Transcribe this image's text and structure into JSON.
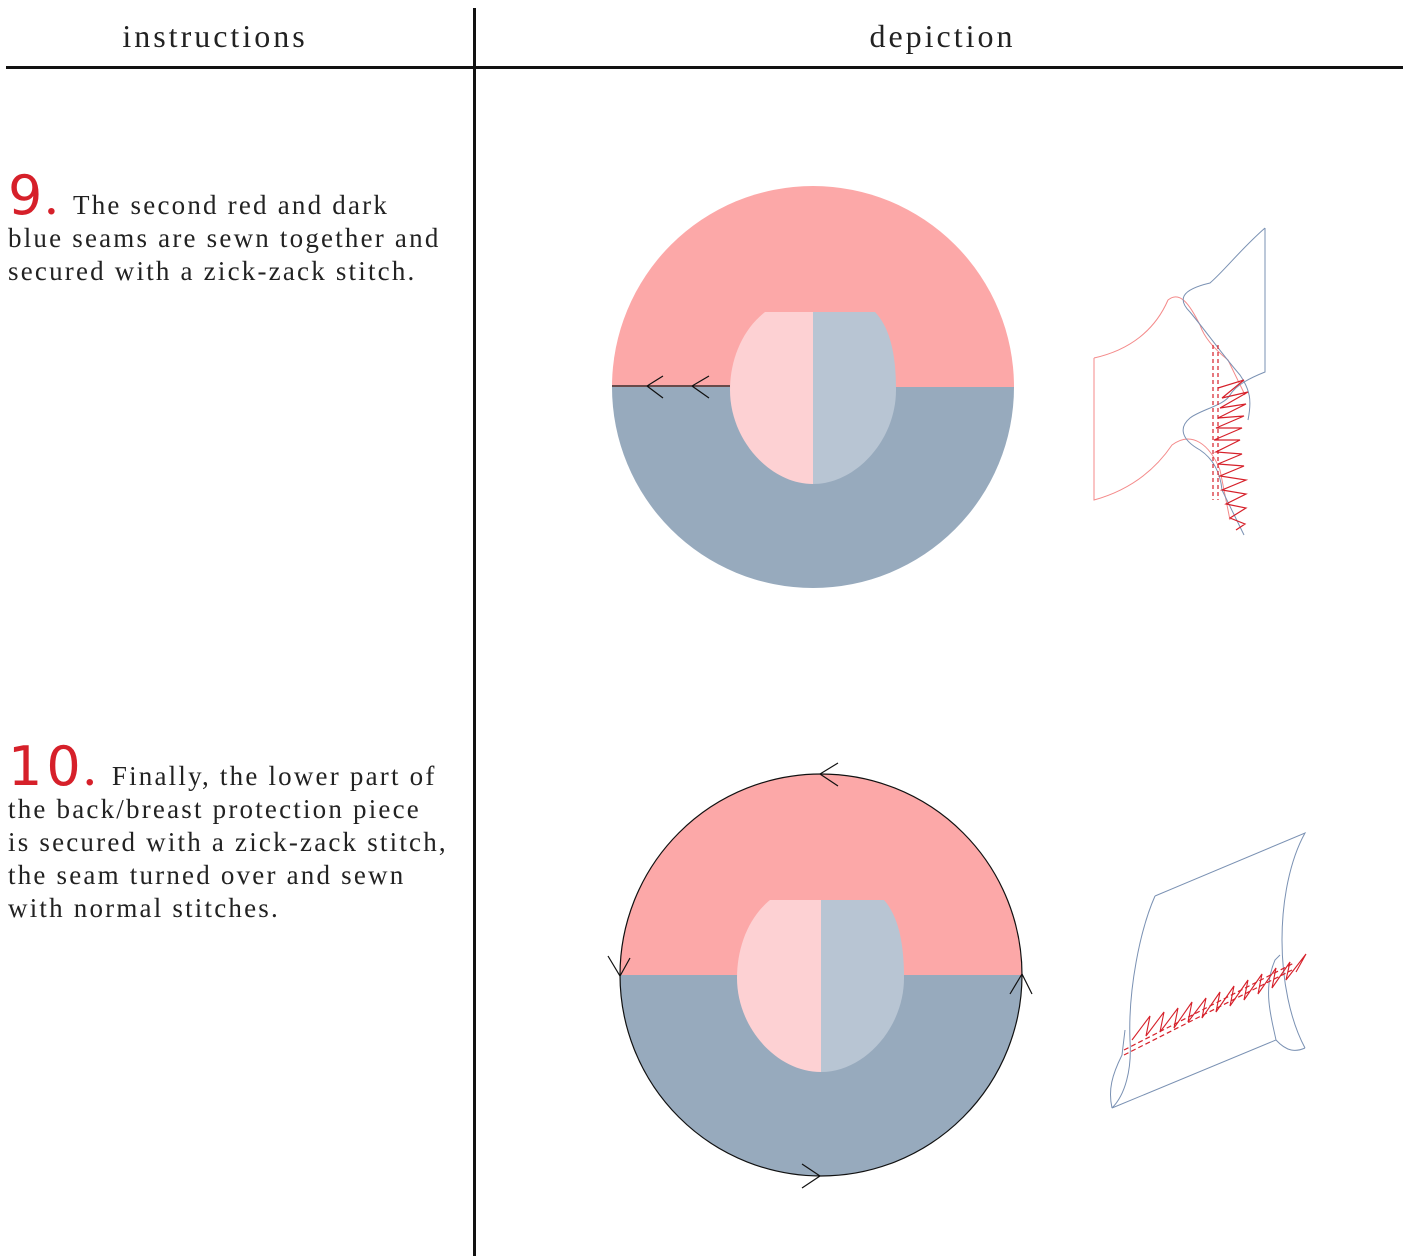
{
  "header": {
    "left_title": "instructions",
    "right_title": "depiction"
  },
  "steps": [
    {
      "number": "9",
      "text": "The second red and dark blue seams are sewn together and secured with a zick-zack stitch."
    },
    {
      "number": "10",
      "text": "Finally, the lower part of the back/breast protection piece is secured with a zick-zack stitch, the seam turned over and sewn with normal stitches."
    }
  ],
  "colors": {
    "red_panel": "#fca8a8",
    "blue_panel": "#97aabd",
    "light_red": "#fdd1d3",
    "light_blue": "#b8c5d3",
    "accent_red": "#d6202a",
    "outline_blue": "#7a91b3",
    "outline_red": "#f48a8a"
  }
}
